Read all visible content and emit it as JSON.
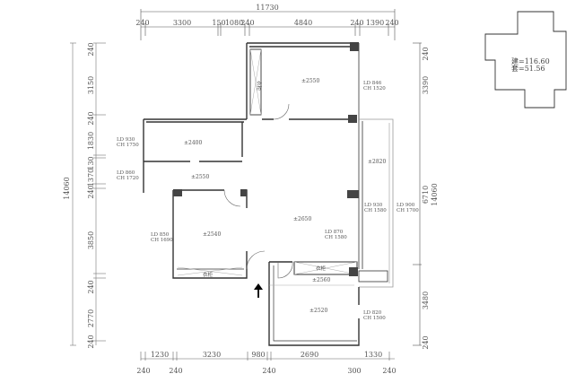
{
  "top_dimensions": {
    "total": "11730",
    "segments": [
      "240",
      "3300",
      "150",
      "1080",
      "240",
      "4840",
      "240",
      "1390",
      "240"
    ]
  },
  "left_dimensions": {
    "total": "14060",
    "segments": [
      "240",
      "3150",
      "240",
      "1830",
      "130",
      "1370",
      "240",
      "3850",
      "240",
      "2770",
      "240"
    ]
  },
  "right_dimensions": {
    "total": "14060",
    "sub_total": "6710",
    "segments": [
      "240",
      "3390",
      "3480",
      "240"
    ]
  },
  "bottom_dimensions": {
    "upper_row": [
      "1230",
      "3230",
      "980",
      "2690",
      "1330"
    ],
    "lower_row": [
      "240",
      "240",
      "240",
      "300",
      "240"
    ]
  },
  "rooms": {
    "upper_bedroom": {
      "elevation": "±2550",
      "window": "LD 846\nCH 1520",
      "window_lines": [
        "LD 846",
        "CH 1520"
      ],
      "closet": "衣柜"
    },
    "upper_left_room": {
      "elevation": "±2400",
      "window_lines": [
        "LD 930",
        "CH 1750"
      ]
    },
    "small_room": {
      "elevation": "±2550",
      "window_lines": [
        "LD 860",
        "CH 1720"
      ]
    },
    "left_bedroom": {
      "elevation": "±2540",
      "window_lines": [
        "LD 850",
        "CH 1690"
      ],
      "closet": "衣柜"
    },
    "living_room": {
      "elevation": "±2650",
      "window_lines": [
        "LD 870",
        "CH 1580"
      ]
    },
    "balcony": {
      "elevation": "±2820",
      "window_lines": [
        "LD 930",
        "CH 1580"
      ],
      "side_window_lines": [
        "LD 900",
        "CH 1700"
      ]
    },
    "corridor": {
      "elevation": "±2560",
      "closet": "衣柜"
    },
    "bottom_bedroom": {
      "elevation": "±2520",
      "window_lines": [
        "LD 820",
        "CH 1500"
      ]
    }
  },
  "area_box": {
    "line1": "建=116.60",
    "line2": "套=51.56"
  },
  "entrance_arrow": "arrow-up-icon",
  "colors": {
    "wall": "#333333",
    "column": "#444444",
    "line": "#888888"
  }
}
